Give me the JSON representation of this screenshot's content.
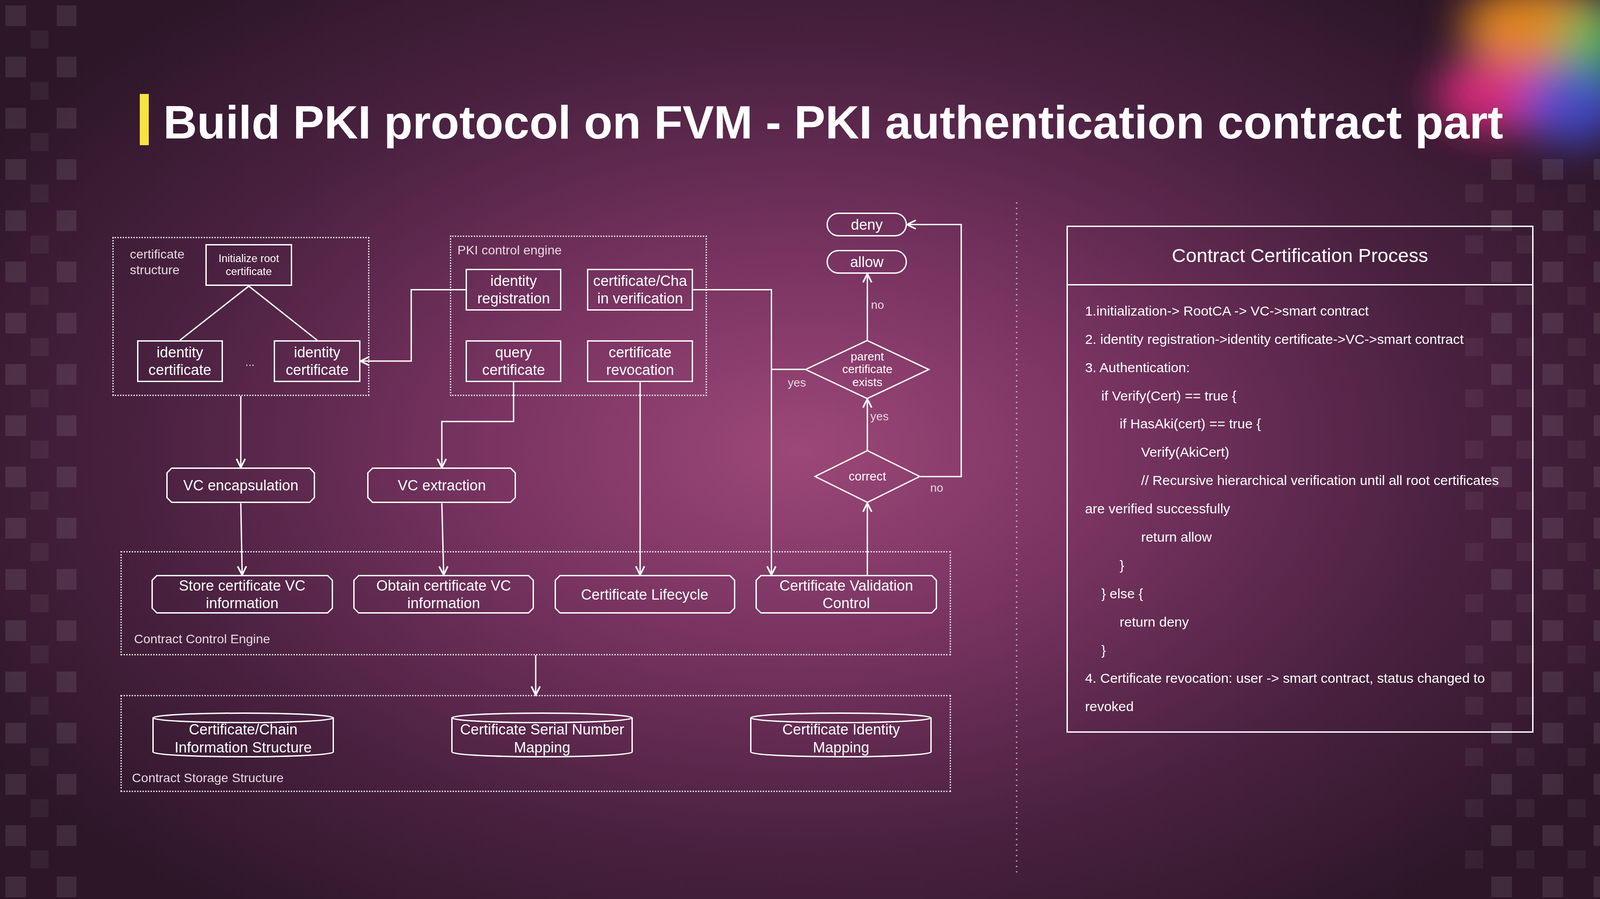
{
  "diagram": {
    "title": "Build PKI protocol on FVM - PKI authentication contract part",
    "nodes": [
      {
        "text": [
          "certificate structure"
        ]
      },
      {
        "text": [
          "Initialize root certificate"
        ],
        "in": 0
      },
      {
        "text": [
          "identity certificate"
        ],
        "in": 0
      },
      {
        "text": [
          "identity certificate"
        ],
        "in": 0
      },
      {
        "text": [
          "PKI control engine"
        ]
      },
      {
        "text": [
          "identity registration"
        ],
        "in": 4
      },
      {
        "text": [
          "certificate/Chain verification"
        ],
        "in": 4
      },
      {
        "text": [
          "query certificate"
        ],
        "in": 4
      },
      {
        "text": [
          "certificate revocation"
        ],
        "in": 4
      },
      {
        "text": [
          "deny"
        ]
      },
      {
        "text": [
          "allow"
        ]
      },
      {
        "text": [
          "parent certificate exists"
        ]
      },
      {
        "text": [
          "correct"
        ]
      },
      {
        "text": [
          "VC encapsulation"
        ]
      },
      {
        "text": [
          "VC extraction"
        ]
      },
      {
        "text": [
          "Contract Control Engine"
        ]
      },
      {
        "text": [
          "Store certificate VC information"
        ],
        "in": 15
      },
      {
        "text": [
          "Obtain certificate VC information"
        ],
        "in": 15
      },
      {
        "text": [
          "Certificate Lifecycle"
        ],
        "in": 15
      },
      {
        "text": [
          "Certificate Validation Control"
        ],
        "in": 15
      },
      {
        "text": [
          "Contract Storage Structure"
        ]
      },
      {
        "text": [
          "Certificate/Chain Information Structure"
        ],
        "in": 20
      },
      {
        "text": [
          "Certificate Serial Number Mapping"
        ],
        "in": 20
      },
      {
        "text": [
          "Certificate Identity Mapping"
        ],
        "in": 20
      },
      {
        "text": [
          "Contract Certification Process",
          "1.initialization-> RootCA -> VC->smart contract",
          "2. identity registration->identity certificate->VC->smart contract",
          "3. Authentication:",
          "if Verify(Cert) == true {",
          "if HasAki(cert) == true {",
          "Verify(AkiCert)",
          "// Recursive hierarchical verification until all root certificates are verified successfully",
          "return allow",
          "}",
          "} else {",
          "return deny",
          "}",
          "4. Certificate revocation: user -> smart contract, status changed to revoked"
        ]
      }
    ],
    "edges": [
      {
        "from": 1,
        "to": 2,
        "arrow": "none"
      },
      {
        "from": 1,
        "to": 3,
        "arrow": "none"
      },
      {
        "from": 5,
        "to": 3,
        "arrow": "to"
      },
      {
        "from": 6,
        "to": 19,
        "arrow": "to"
      },
      {
        "from": 7,
        "to": 14,
        "arrow": "to"
      },
      {
        "from": 8,
        "to": 18,
        "arrow": "to"
      },
      {
        "from": 0,
        "to": 13,
        "arrow": "to"
      },
      {
        "from": 13,
        "to": 16,
        "arrow": "to"
      },
      {
        "from": 14,
        "to": 17,
        "arrow": "to"
      },
      {
        "from": 19,
        "to": 12,
        "arrow": "to"
      },
      {
        "from": 12,
        "to": 11,
        "arrow": "to",
        "label": "yes"
      },
      {
        "from": 11,
        "to": 10,
        "arrow": "to",
        "label": "no"
      },
      {
        "from": 12,
        "to": 9,
        "arrow": "to",
        "label": "no"
      },
      {
        "from": 11,
        "to": 19,
        "arrow": "none",
        "label": "yes"
      },
      {
        "from": 15,
        "to": 20,
        "arrow": "to"
      }
    ],
    "labels": [
      "..."
    ]
  }
}
